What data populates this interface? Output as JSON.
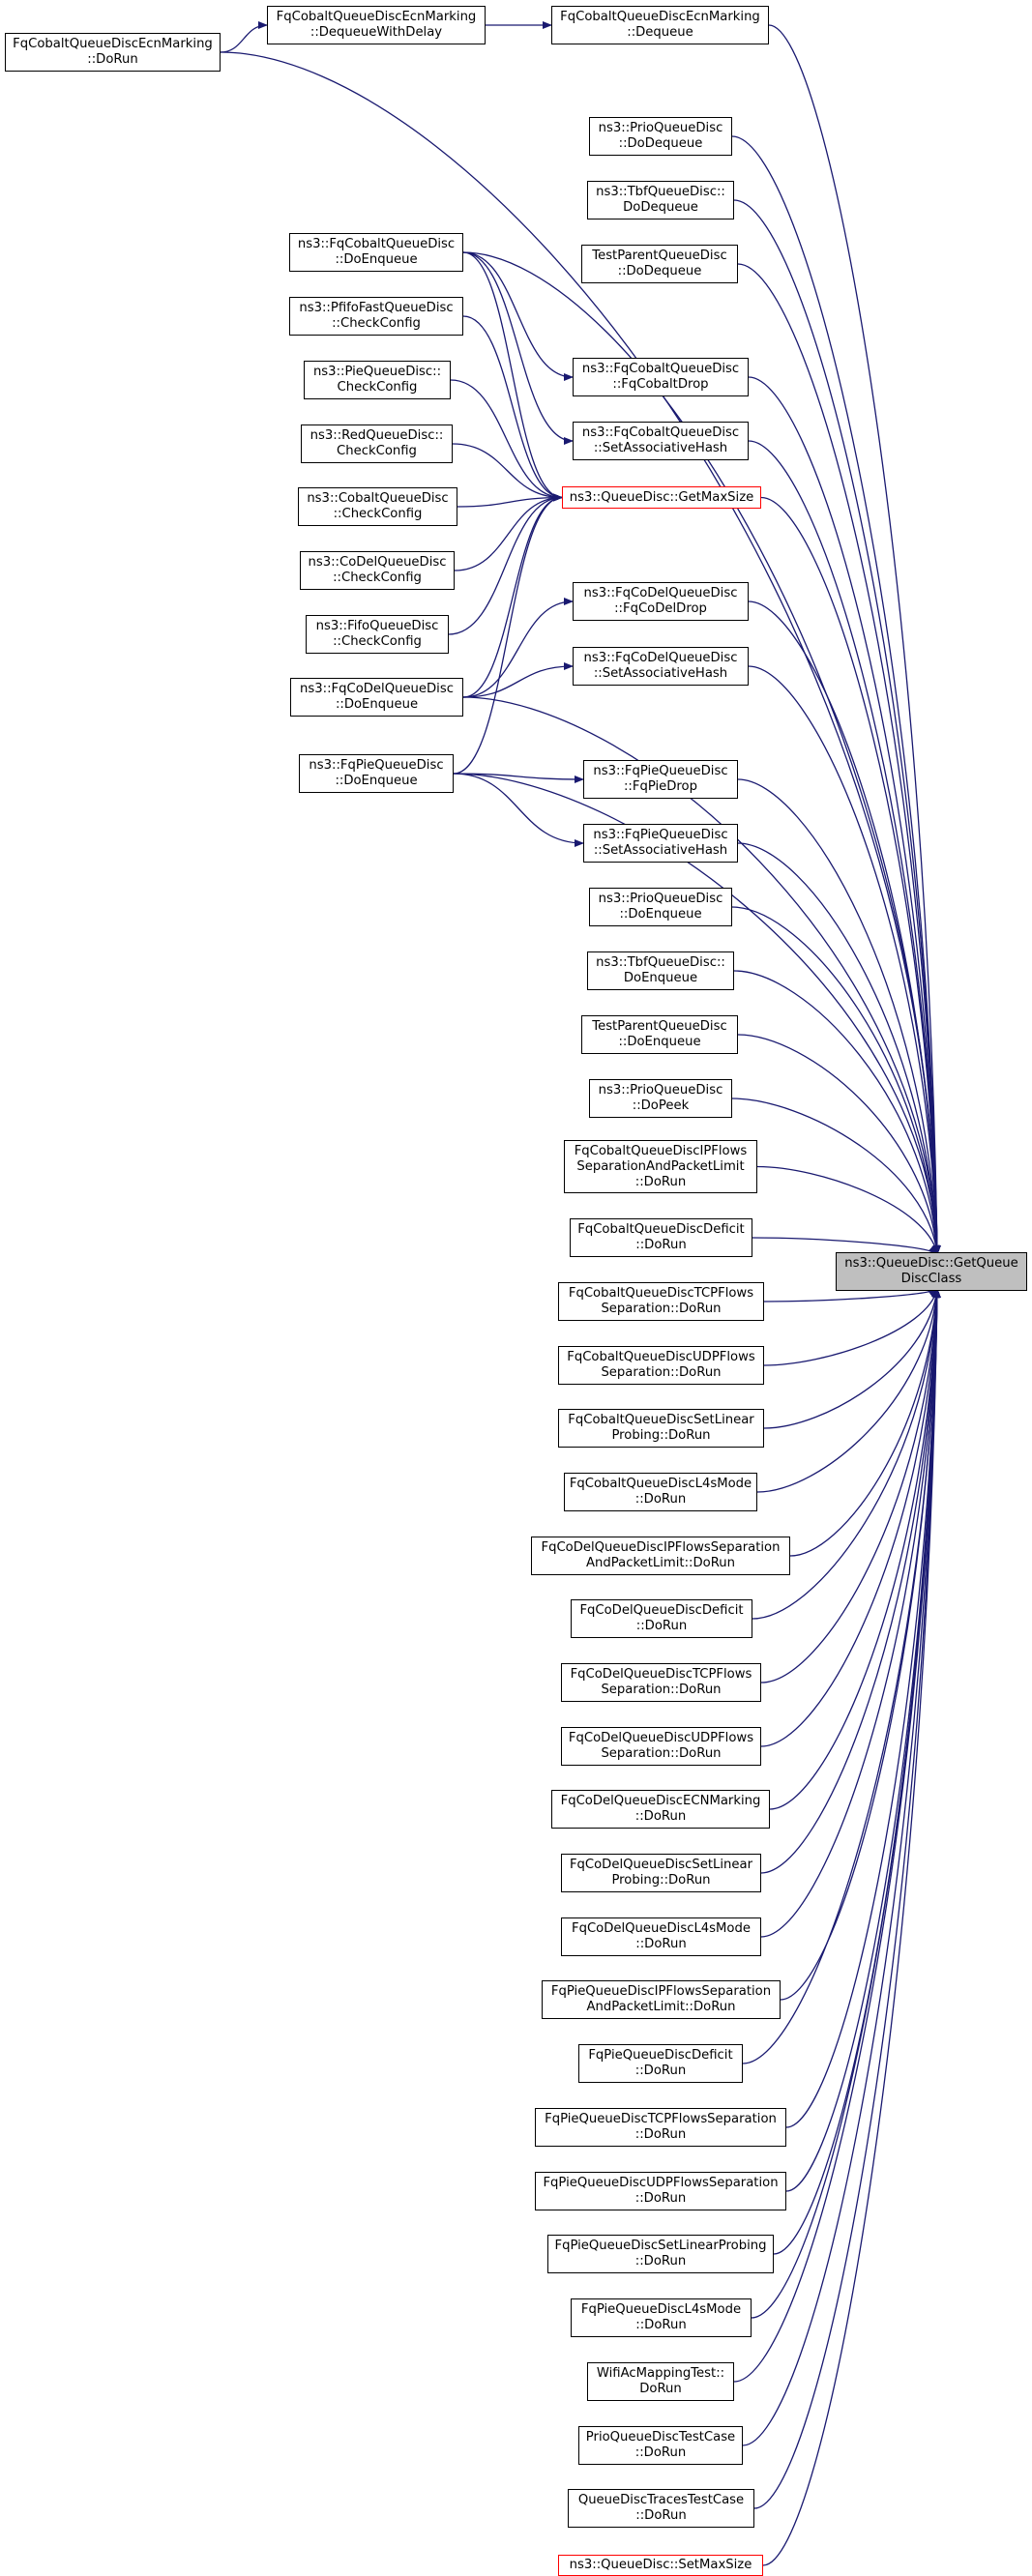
{
  "colors": {
    "edge": "#191970",
    "node_border": "#000000",
    "truncated_border": "#ff0000",
    "target_fill": "#bfbfbf"
  },
  "target": {
    "id": "target",
    "lines": [
      "ns3::QueueDisc::GetQueue",
      "DiscClass"
    ]
  },
  "nodes": [
    {
      "id": "ecnDoRun",
      "lines": [
        "FqCobaltQueueDiscEcnMarking",
        "::DoRun"
      ]
    },
    {
      "id": "dequeueDelay",
      "lines": [
        "FqCobaltQueueDiscEcnMarking",
        "::DequeueWithDelay"
      ]
    },
    {
      "id": "dequeue",
      "lines": [
        "FqCobaltQueueDiscEcnMarking",
        "::Dequeue"
      ]
    },
    {
      "id": "prioDequeue",
      "lines": [
        "ns3::PrioQueueDisc",
        "::DoDequeue"
      ]
    },
    {
      "id": "tbfDequeue",
      "lines": [
        "ns3::TbfQueueDisc::",
        "DoDequeue"
      ]
    },
    {
      "id": "tpDequeue",
      "lines": [
        "TestParentQueueDisc",
        "::DoDequeue"
      ]
    },
    {
      "id": "fqcobEnq",
      "lines": [
        "ns3::FqCobaltQueueDisc",
        "::DoEnqueue"
      ]
    },
    {
      "id": "pfifoCheck",
      "lines": [
        "ns3::PfifoFastQueueDisc",
        "::CheckConfig"
      ]
    },
    {
      "id": "pieCheck",
      "lines": [
        "ns3::PieQueueDisc::",
        "CheckConfig"
      ]
    },
    {
      "id": "redCheck",
      "lines": [
        "ns3::RedQueueDisc::",
        "CheckConfig"
      ]
    },
    {
      "id": "cobaltCheck",
      "lines": [
        "ns3::CobaltQueueDisc",
        "::CheckConfig"
      ]
    },
    {
      "id": "codelCheck",
      "lines": [
        "ns3::CoDelQueueDisc",
        "::CheckConfig"
      ]
    },
    {
      "id": "fifoCheck",
      "lines": [
        "ns3::FifoQueueDisc",
        "::CheckConfig"
      ]
    },
    {
      "id": "fqcodelEnq",
      "lines": [
        "ns3::FqCoDelQueueDisc",
        "::DoEnqueue"
      ]
    },
    {
      "id": "fqpieEnq",
      "lines": [
        "ns3::FqPieQueueDisc",
        "::DoEnqueue"
      ]
    },
    {
      "id": "fqcobDrop",
      "lines": [
        "ns3::FqCobaltQueueDisc",
        "::FqCobaltDrop"
      ]
    },
    {
      "id": "fqcobHash",
      "lines": [
        "ns3::FqCobaltQueueDisc",
        "::SetAssociativeHash"
      ]
    },
    {
      "id": "getMaxSize",
      "lines": [
        "ns3::QueueDisc::GetMaxSize"
      ],
      "red": true
    },
    {
      "id": "fqcodelDrop",
      "lines": [
        "ns3::FqCoDelQueueDisc",
        "::FqCoDelDrop"
      ]
    },
    {
      "id": "fqcodelHash",
      "lines": [
        "ns3::FqCoDelQueueDisc",
        "::SetAssociativeHash"
      ]
    },
    {
      "id": "fqpieDrop",
      "lines": [
        "ns3::FqPieQueueDisc",
        "::FqPieDrop"
      ]
    },
    {
      "id": "fqpieHash",
      "lines": [
        "ns3::FqPieQueueDisc",
        "::SetAssociativeHash"
      ]
    },
    {
      "id": "prioEnq",
      "lines": [
        "ns3::PrioQueueDisc",
        "::DoEnqueue"
      ]
    },
    {
      "id": "tbfEnq",
      "lines": [
        "ns3::TbfQueueDisc::",
        "DoEnqueue"
      ]
    },
    {
      "id": "tpEnq",
      "lines": [
        "TestParentQueueDisc",
        "::DoEnqueue"
      ]
    },
    {
      "id": "prioPeek",
      "lines": [
        "ns3::PrioQueueDisc",
        "::DoPeek"
      ]
    },
    {
      "id": "t01",
      "lines": [
        "FqCobaltQueueDiscIPFlows",
        "SeparationAndPacketLimit",
        "::DoRun"
      ]
    },
    {
      "id": "t02",
      "lines": [
        "FqCobaltQueueDiscDeficit",
        "::DoRun"
      ]
    },
    {
      "id": "t03",
      "lines": [
        "FqCobaltQueueDiscTCPFlows",
        "Separation::DoRun"
      ]
    },
    {
      "id": "t04",
      "lines": [
        "FqCobaltQueueDiscUDPFlows",
        "Separation::DoRun"
      ]
    },
    {
      "id": "t05",
      "lines": [
        "FqCobaltQueueDiscSetLinear",
        "Probing::DoRun"
      ]
    },
    {
      "id": "t06",
      "lines": [
        "FqCobaltQueueDiscL4sMode",
        "::DoRun"
      ]
    },
    {
      "id": "t07",
      "lines": [
        "FqCoDelQueueDiscIPFlowsSeparation",
        "AndPacketLimit::DoRun"
      ]
    },
    {
      "id": "t08",
      "lines": [
        "FqCoDelQueueDiscDeficit",
        "::DoRun"
      ]
    },
    {
      "id": "t09",
      "lines": [
        "FqCoDelQueueDiscTCPFlows",
        "Separation::DoRun"
      ]
    },
    {
      "id": "t10",
      "lines": [
        "FqCoDelQueueDiscUDPFlows",
        "Separation::DoRun"
      ]
    },
    {
      "id": "t11",
      "lines": [
        "FqCoDelQueueDiscECNMarking",
        "::DoRun"
      ]
    },
    {
      "id": "t12",
      "lines": [
        "FqCoDelQueueDiscSetLinear",
        "Probing::DoRun"
      ]
    },
    {
      "id": "t13",
      "lines": [
        "FqCoDelQueueDiscL4sMode",
        "::DoRun"
      ]
    },
    {
      "id": "t14",
      "lines": [
        "FqPieQueueDiscIPFlowsSeparation",
        "AndPacketLimit::DoRun"
      ]
    },
    {
      "id": "t15",
      "lines": [
        "FqPieQueueDiscDeficit",
        "::DoRun"
      ]
    },
    {
      "id": "t16",
      "lines": [
        "FqPieQueueDiscTCPFlowsSeparation",
        "::DoRun"
      ]
    },
    {
      "id": "t17",
      "lines": [
        "FqPieQueueDiscUDPFlowsSeparation",
        "::DoRun"
      ]
    },
    {
      "id": "t18",
      "lines": [
        "FqPieQueueDiscSetLinearProbing",
        "::DoRun"
      ]
    },
    {
      "id": "t19",
      "lines": [
        "FqPieQueueDiscL4sMode",
        "::DoRun"
      ]
    },
    {
      "id": "t20",
      "lines": [
        "WifiAcMappingTest::",
        "DoRun"
      ]
    },
    {
      "id": "t21",
      "lines": [
        "PrioQueueDiscTestCase",
        "::DoRun"
      ]
    },
    {
      "id": "t22",
      "lines": [
        "QueueDiscTracesTestCase",
        "::DoRun"
      ]
    },
    {
      "id": "setMaxSize",
      "lines": [
        "ns3::QueueDisc::SetMaxSize"
      ],
      "red": true
    }
  ],
  "edges": [
    [
      "ecnDoRun",
      "dequeueDelay"
    ],
    [
      "dequeueDelay",
      "dequeue"
    ],
    [
      "dequeue",
      "target"
    ],
    [
      "ecnDoRun",
      "target"
    ],
    [
      "prioDequeue",
      "target"
    ],
    [
      "tbfDequeue",
      "target"
    ],
    [
      "tpDequeue",
      "target"
    ],
    [
      "fqcobEnq",
      "target"
    ],
    [
      "fqcobEnq",
      "fqcobDrop"
    ],
    [
      "fqcobEnq",
      "fqcobHash"
    ],
    [
      "fqcobEnq",
      "getMaxSize"
    ],
    [
      "pfifoCheck",
      "getMaxSize"
    ],
    [
      "pieCheck",
      "getMaxSize"
    ],
    [
      "redCheck",
      "getMaxSize"
    ],
    [
      "cobaltCheck",
      "getMaxSize"
    ],
    [
      "codelCheck",
      "getMaxSize"
    ],
    [
      "fifoCheck",
      "getMaxSize"
    ],
    [
      "fqcodelEnq",
      "getMaxSize"
    ],
    [
      "fqcodelEnq",
      "fqcodelDrop"
    ],
    [
      "fqcodelEnq",
      "fqcodelHash"
    ],
    [
      "fqcodelEnq",
      "target"
    ],
    [
      "fqpieEnq",
      "getMaxSize"
    ],
    [
      "fqpieEnq",
      "fqpieDrop"
    ],
    [
      "fqpieEnq",
      "fqpieHash"
    ],
    [
      "fqpieEnq",
      "target"
    ],
    [
      "fqcobDrop",
      "target"
    ],
    [
      "fqcobHash",
      "target"
    ],
    [
      "getMaxSize",
      "target"
    ],
    [
      "fqcodelDrop",
      "target"
    ],
    [
      "fqcodelHash",
      "target"
    ],
    [
      "fqpieDrop",
      "target"
    ],
    [
      "fqpieHash",
      "target"
    ],
    [
      "prioEnq",
      "target"
    ],
    [
      "tbfEnq",
      "target"
    ],
    [
      "tpEnq",
      "target"
    ],
    [
      "prioPeek",
      "target"
    ],
    [
      "t01",
      "target"
    ],
    [
      "t02",
      "target"
    ],
    [
      "t03",
      "target"
    ],
    [
      "t04",
      "target"
    ],
    [
      "t05",
      "target"
    ],
    [
      "t06",
      "target"
    ],
    [
      "t07",
      "target"
    ],
    [
      "t08",
      "target"
    ],
    [
      "t09",
      "target"
    ],
    [
      "t10",
      "target"
    ],
    [
      "t11",
      "target"
    ],
    [
      "t12",
      "target"
    ],
    [
      "t13",
      "target"
    ],
    [
      "t14",
      "target"
    ],
    [
      "t15",
      "target"
    ],
    [
      "t16",
      "target"
    ],
    [
      "t17",
      "target"
    ],
    [
      "t18",
      "target"
    ],
    [
      "t19",
      "target"
    ],
    [
      "t20",
      "target"
    ],
    [
      "t21",
      "target"
    ],
    [
      "t22",
      "target"
    ],
    [
      "setMaxSize",
      "target"
    ]
  ]
}
